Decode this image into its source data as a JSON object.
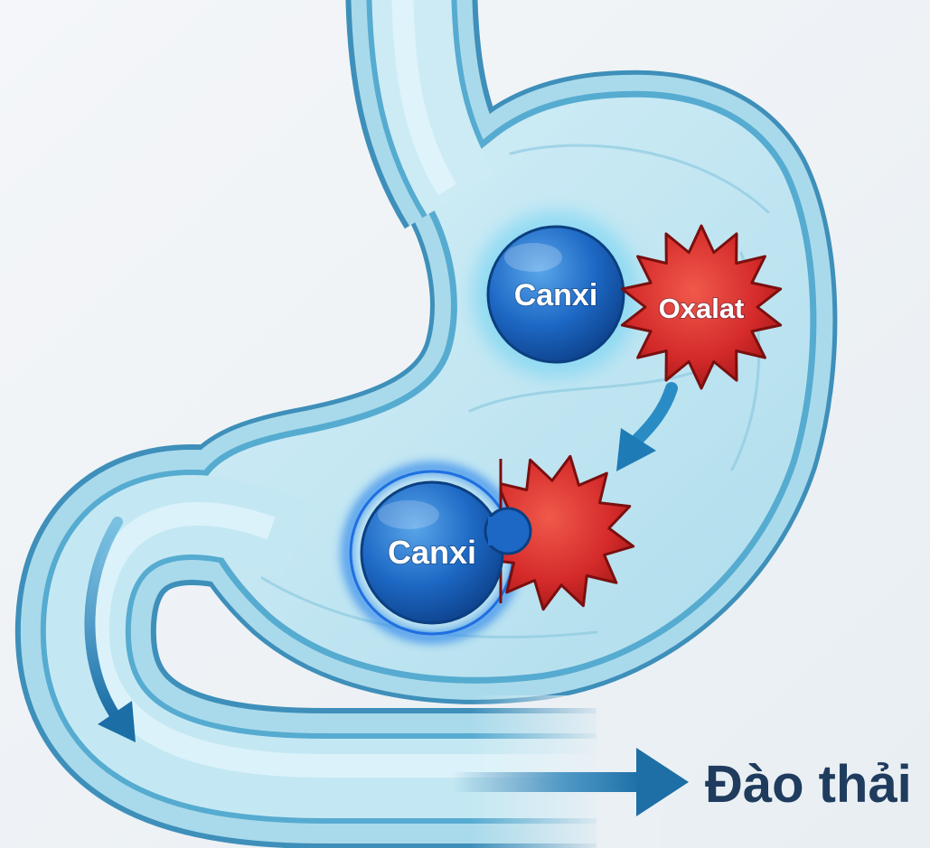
{
  "illustration": {
    "top_calcium_label": "Canxi",
    "oxalate_label": "Oxalat",
    "bound_calcium_label": "Canxi",
    "excretion_label": "Đào thải"
  },
  "colors": {
    "calcium": "#1d68c4",
    "oxalate": "#d42a2a",
    "organ_wall": "#4fa6cc",
    "arrow": "#1d6fa6",
    "excretion_text": "#1f3c5e"
  }
}
